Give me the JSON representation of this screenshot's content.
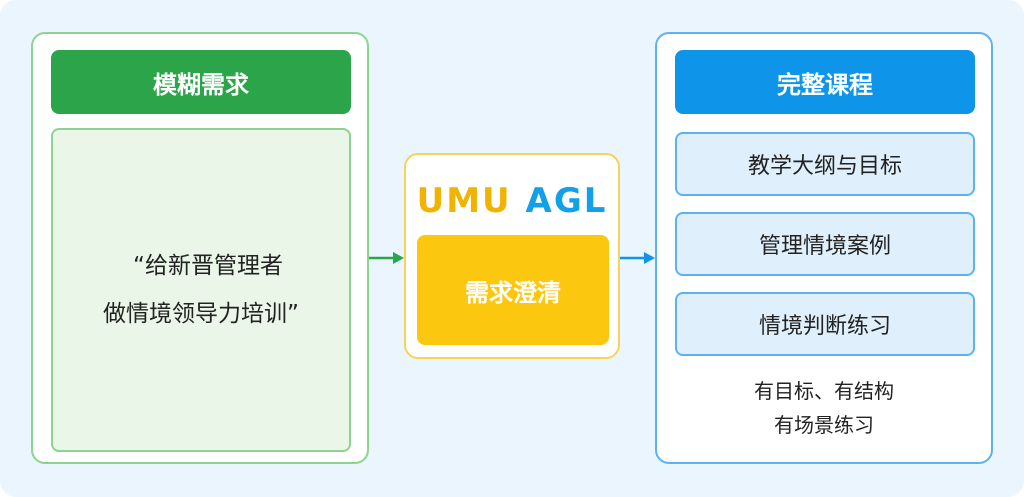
{
  "left": {
    "title": "模糊需求",
    "quote_line1": "“给新晋管理者",
    "quote_line2": "做情境领导力培训”"
  },
  "middle": {
    "logo_umu": "UMU",
    "logo_agl": "AGL",
    "label": "需求澄清"
  },
  "right": {
    "title": "完整课程",
    "items": [
      "教学大纲与目标",
      "管理情境案例",
      "情境判断练习"
    ],
    "summary_line1": "有目标、有结构",
    "summary_line2": "有场景练习"
  },
  "colors": {
    "green": "#2ba44a",
    "blue": "#0e95ea",
    "yellow": "#fcc70f",
    "background": "#eaf5fd"
  }
}
